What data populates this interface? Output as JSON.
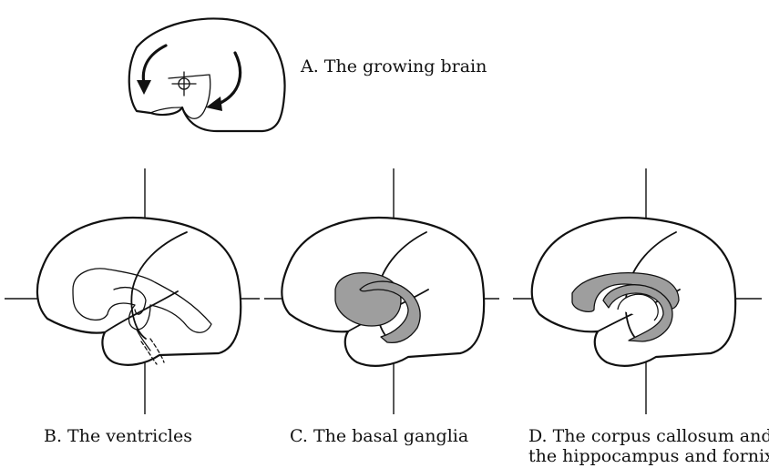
{
  "panels": {
    "a": {
      "caption": "A. The growing brain"
    },
    "b": {
      "caption": "B. The ventricles"
    },
    "c": {
      "caption": "C. The basal ganglia"
    },
    "d": {
      "caption_line1": "D. The corpus callosum and",
      "caption_line2": "the hippocampus and fornix"
    }
  },
  "colors": {
    "ink": "#111111",
    "shading": "#9e9e9e",
    "background": "#ffffff"
  }
}
